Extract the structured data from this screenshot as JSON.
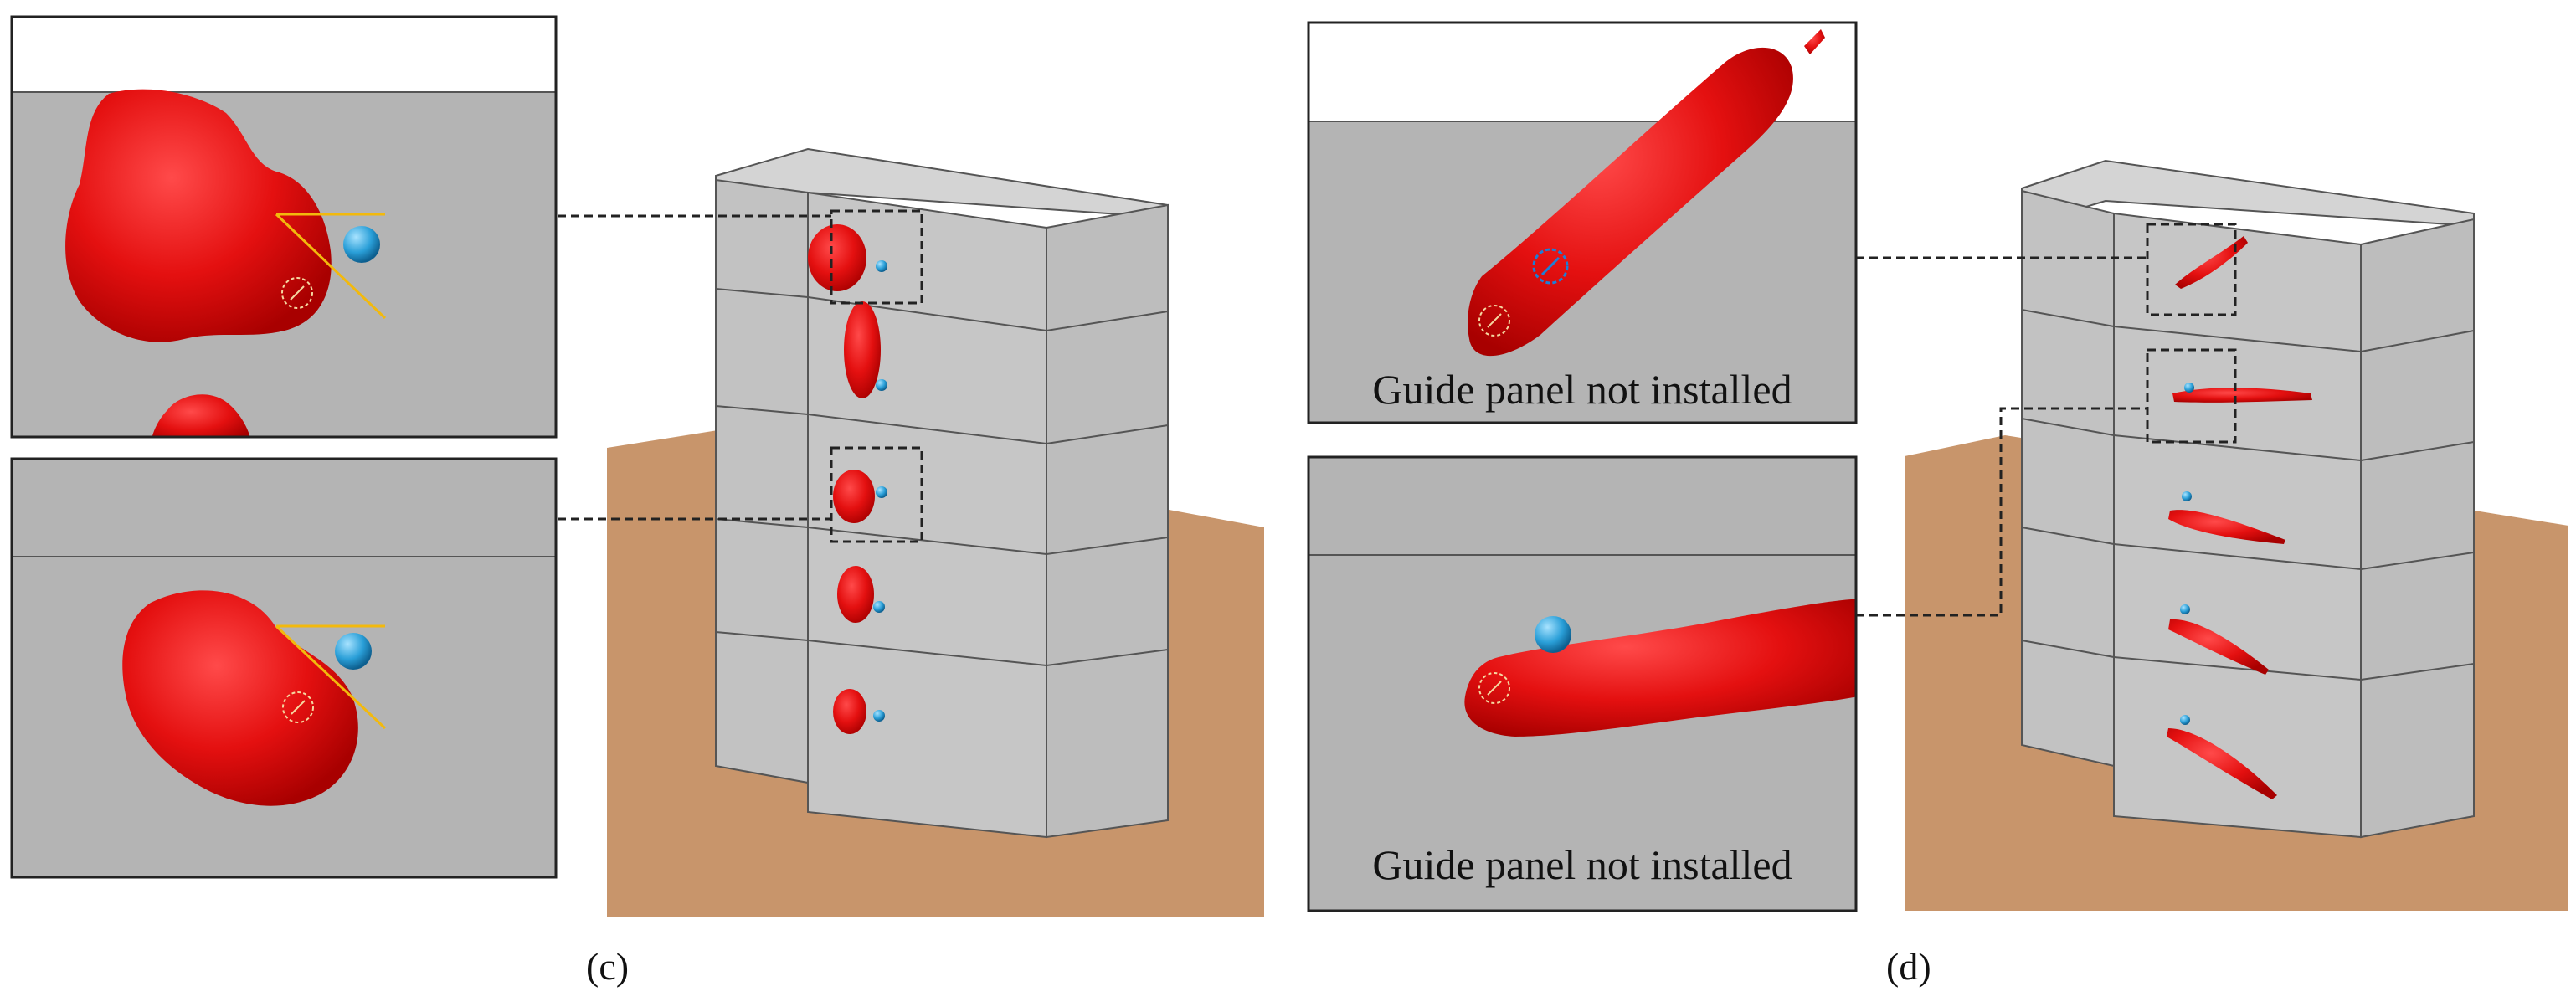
{
  "panels": [
    {
      "id": "c",
      "label": "(c)"
    },
    {
      "id": "d",
      "label": "(d)"
    }
  ],
  "captions": {
    "d_top": "Guide panel not installed",
    "d_bottom": "Guide panel not installed"
  },
  "colors": {
    "smoke": "#e50f0f",
    "ground": "#c8956b",
    "building": "#c4c4c4",
    "inset_bg": "#b4b4b4",
    "sensor": "#2a9fd8",
    "guide_line": "#f2b90d"
  }
}
